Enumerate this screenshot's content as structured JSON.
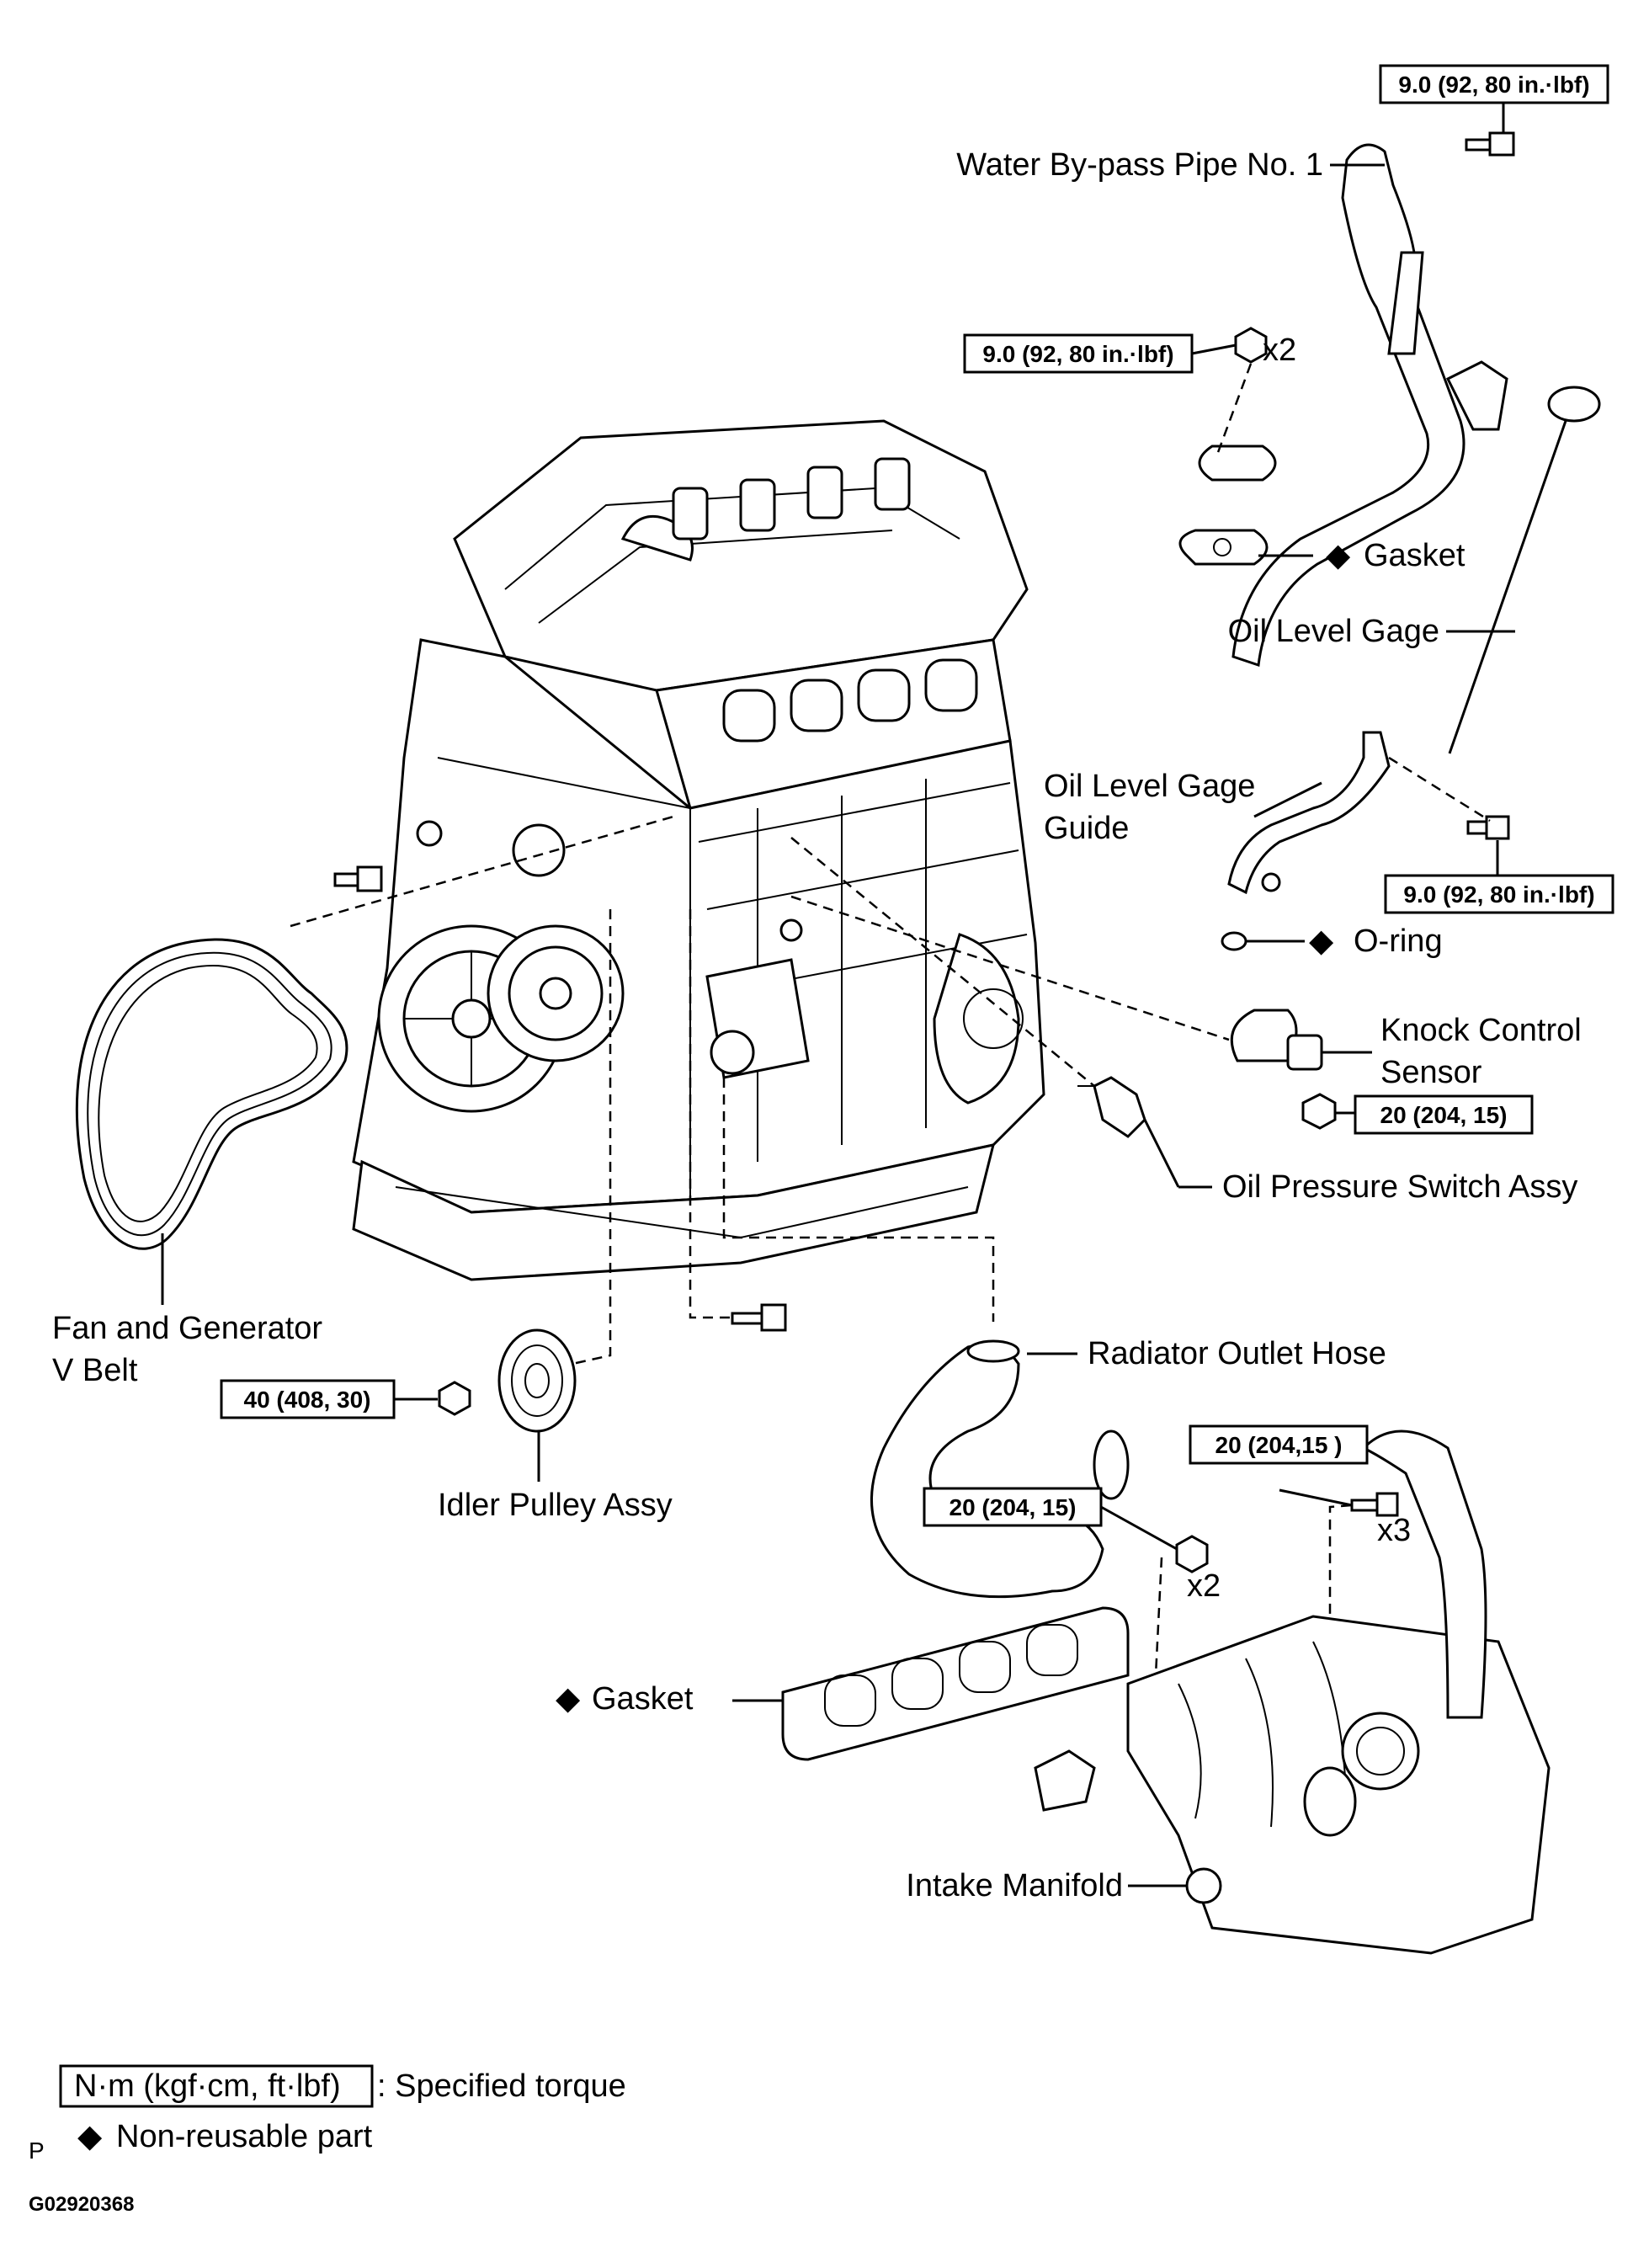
{
  "labels": {
    "water_bypass_pipe": "Water By-pass Pipe No. 1",
    "gasket_top": "Gasket",
    "oil_level_gage": "Oil Level Gage",
    "oil_level_gage_guide_1": "Oil Level Gage",
    "oil_level_gage_guide_2": "Guide",
    "o_ring": "O-ring",
    "knock_sensor_1": "Knock Control",
    "knock_sensor_2": "Sensor",
    "oil_pressure_switch": "Oil Pressure Switch Assy",
    "fan_belt_1": "Fan and Generator",
    "fan_belt_2": "V Belt",
    "radiator_outlet_hose": "Radiator Outlet Hose",
    "idler_pulley": "Idler Pulley Assy",
    "gasket_bottom": "Gasket",
    "intake_manifold": "Intake Manifold"
  },
  "torques": {
    "bypass_pipe_top": "9.0 (92, 80 in.·lbf)",
    "bypass_pipe_nuts": "9.0 (92, 80 in.·lbf)",
    "gage_guide_bolt": "9.0 (92, 80 in.·lbf)",
    "knock_sensor_nut": "20 (204, 15)",
    "idler_pulley_bolt": "40 (408, 30)",
    "manifold_bolts_x3": "20 (204,15 )",
    "manifold_nuts_x2": "20 (204, 15)"
  },
  "quantities": {
    "bypass_nuts": "x2",
    "manifold_bolts": "x3",
    "manifold_nuts": "x2"
  },
  "symbols": {
    "non_reusable": "◆"
  },
  "legend": {
    "torque_box": "N·m (kgf·cm, ft·lbf)",
    "torque_text": ": Specified torque",
    "non_reusable_text": "Non-reusable part"
  },
  "footer": {
    "letter": "P",
    "code": "G02920368"
  }
}
